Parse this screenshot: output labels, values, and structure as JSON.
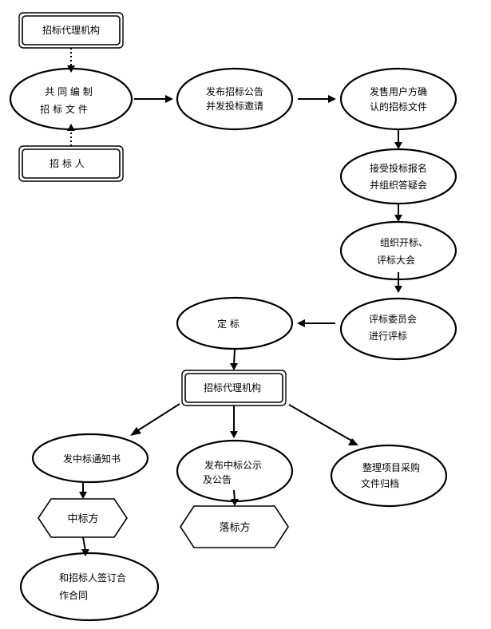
{
  "nodes": {
    "agency_top": {
      "lines": [
        "招标代理机构"
      ]
    },
    "joint_compile": {
      "lines": [
        "共 同 编 制",
        "招 标 文 件"
      ]
    },
    "tenderer": {
      "lines": [
        "招  标  人"
      ]
    },
    "publish_notice": {
      "lines": [
        "发布招标公告",
        "并发投标邀请"
      ]
    },
    "sell_docs": {
      "lines": [
        "发售用户方确",
        "认的招标文件"
      ]
    },
    "accept_registration": {
      "lines": [
        "接受投标报名",
        "并组织答疑会"
      ]
    },
    "opening_meeting": {
      "lines": [
        "组织开标、",
        "评标大会"
      ]
    },
    "committee_eval": {
      "lines": [
        "评标委员会",
        "进行评标"
      ]
    },
    "award": {
      "lines": [
        "定   标"
      ]
    },
    "agency_mid": {
      "lines": [
        "招标代理机构"
      ]
    },
    "notify_winner": {
      "lines": [
        "发中标通知书"
      ]
    },
    "publish_result": {
      "lines": [
        "发布中标公示",
        "及公告"
      ]
    },
    "archive": {
      "lines": [
        "整理项目采购",
        "文件归档"
      ]
    },
    "winner": {
      "lines": [
        "中标方"
      ]
    },
    "loser": {
      "lines": [
        "落标方"
      ]
    },
    "sign_contract": {
      "lines": [
        "和招标人签订合",
        "作合同"
      ]
    }
  }
}
